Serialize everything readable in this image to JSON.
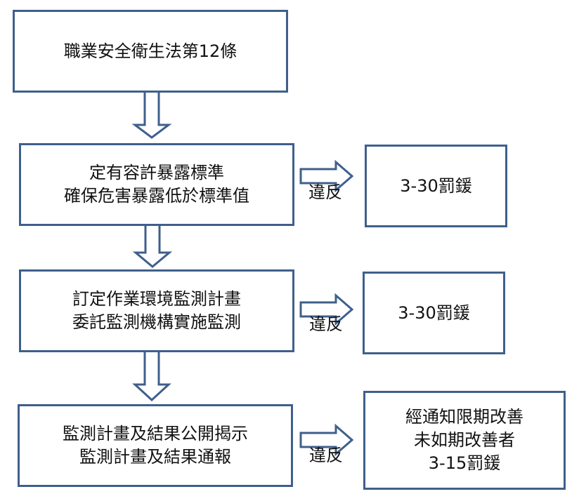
{
  "colors": {
    "border": "#3f5f8c",
    "arrow_fill": "#ffffff"
  },
  "nodes": {
    "law": {
      "lines": [
        "職業安全衛生法第12條"
      ]
    },
    "exposure": {
      "lines": [
        "定有容許暴露標準",
        "確保危害暴露低於標準值"
      ]
    },
    "monitoring": {
      "lines": [
        "訂定作業環境監測計畫",
        "委託監測機構實施監測"
      ]
    },
    "disclosure": {
      "lines": [
        "監測計畫及結果公開揭示",
        "監測計畫及結果通報"
      ]
    },
    "penalty_1": {
      "lines": [
        "3-30罰鍰"
      ]
    },
    "penalty_2": {
      "lines": [
        "3-30罰鍰"
      ]
    },
    "penalty_3": {
      "lines": [
        "經通知限期改善",
        "未如期改善者",
        "3-15罰鍰"
      ]
    }
  },
  "edges": [
    {
      "from": "law",
      "to": "exposure"
    },
    {
      "from": "exposure",
      "to": "monitoring"
    },
    {
      "from": "monitoring",
      "to": "disclosure"
    },
    {
      "from": "exposure",
      "to": "penalty_1",
      "label": "違反"
    },
    {
      "from": "monitoring",
      "to": "penalty_2",
      "label": "違反"
    },
    {
      "from": "disclosure",
      "to": "penalty_3",
      "label": "違反"
    }
  ]
}
